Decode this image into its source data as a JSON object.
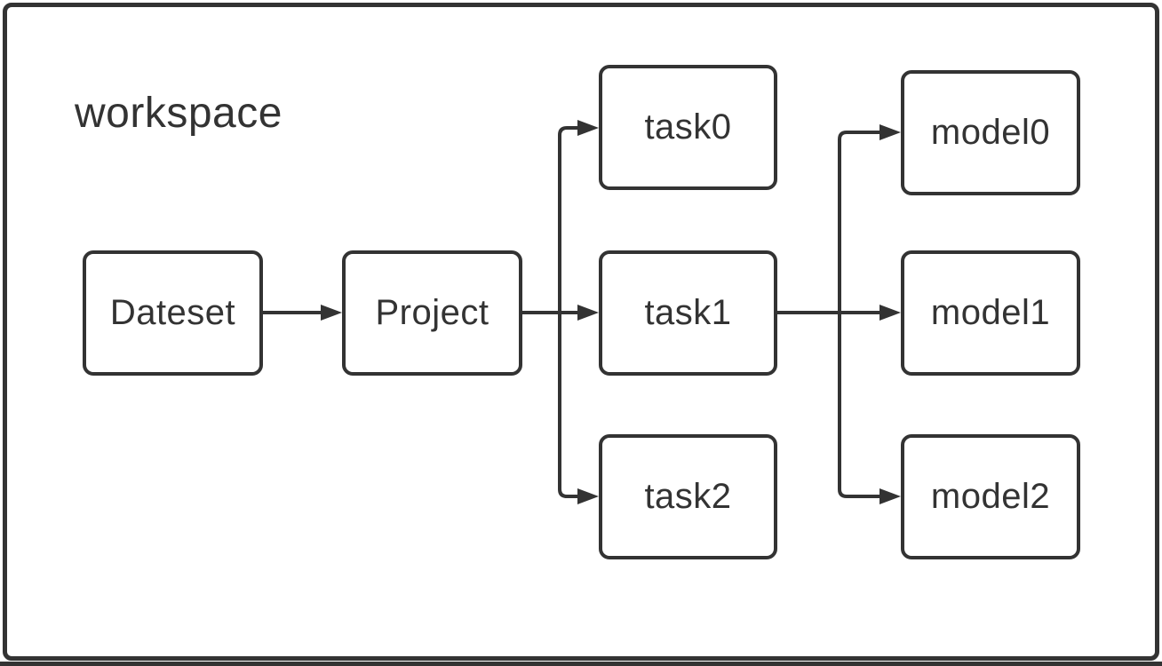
{
  "title": "workspace",
  "colors": {
    "stroke": "#333333",
    "background": "#ffffff"
  },
  "nodes": [
    {
      "id": "dateset",
      "label": "Dateset"
    },
    {
      "id": "project",
      "label": "Project"
    },
    {
      "id": "task0",
      "label": "task0"
    },
    {
      "id": "task1",
      "label": "task1"
    },
    {
      "id": "task2",
      "label": "task2"
    },
    {
      "id": "model0",
      "label": "model0"
    },
    {
      "id": "model1",
      "label": "model1"
    },
    {
      "id": "model2",
      "label": "model2"
    }
  ],
  "edges": [
    {
      "from": "Dateset",
      "to": "Project"
    },
    {
      "from": "Project",
      "to": "task0"
    },
    {
      "from": "Project",
      "to": "task1"
    },
    {
      "from": "Project",
      "to": "task2"
    },
    {
      "from": "task1",
      "to": "model0"
    },
    {
      "from": "task1",
      "to": "model1"
    },
    {
      "from": "task1",
      "to": "model2"
    }
  ]
}
